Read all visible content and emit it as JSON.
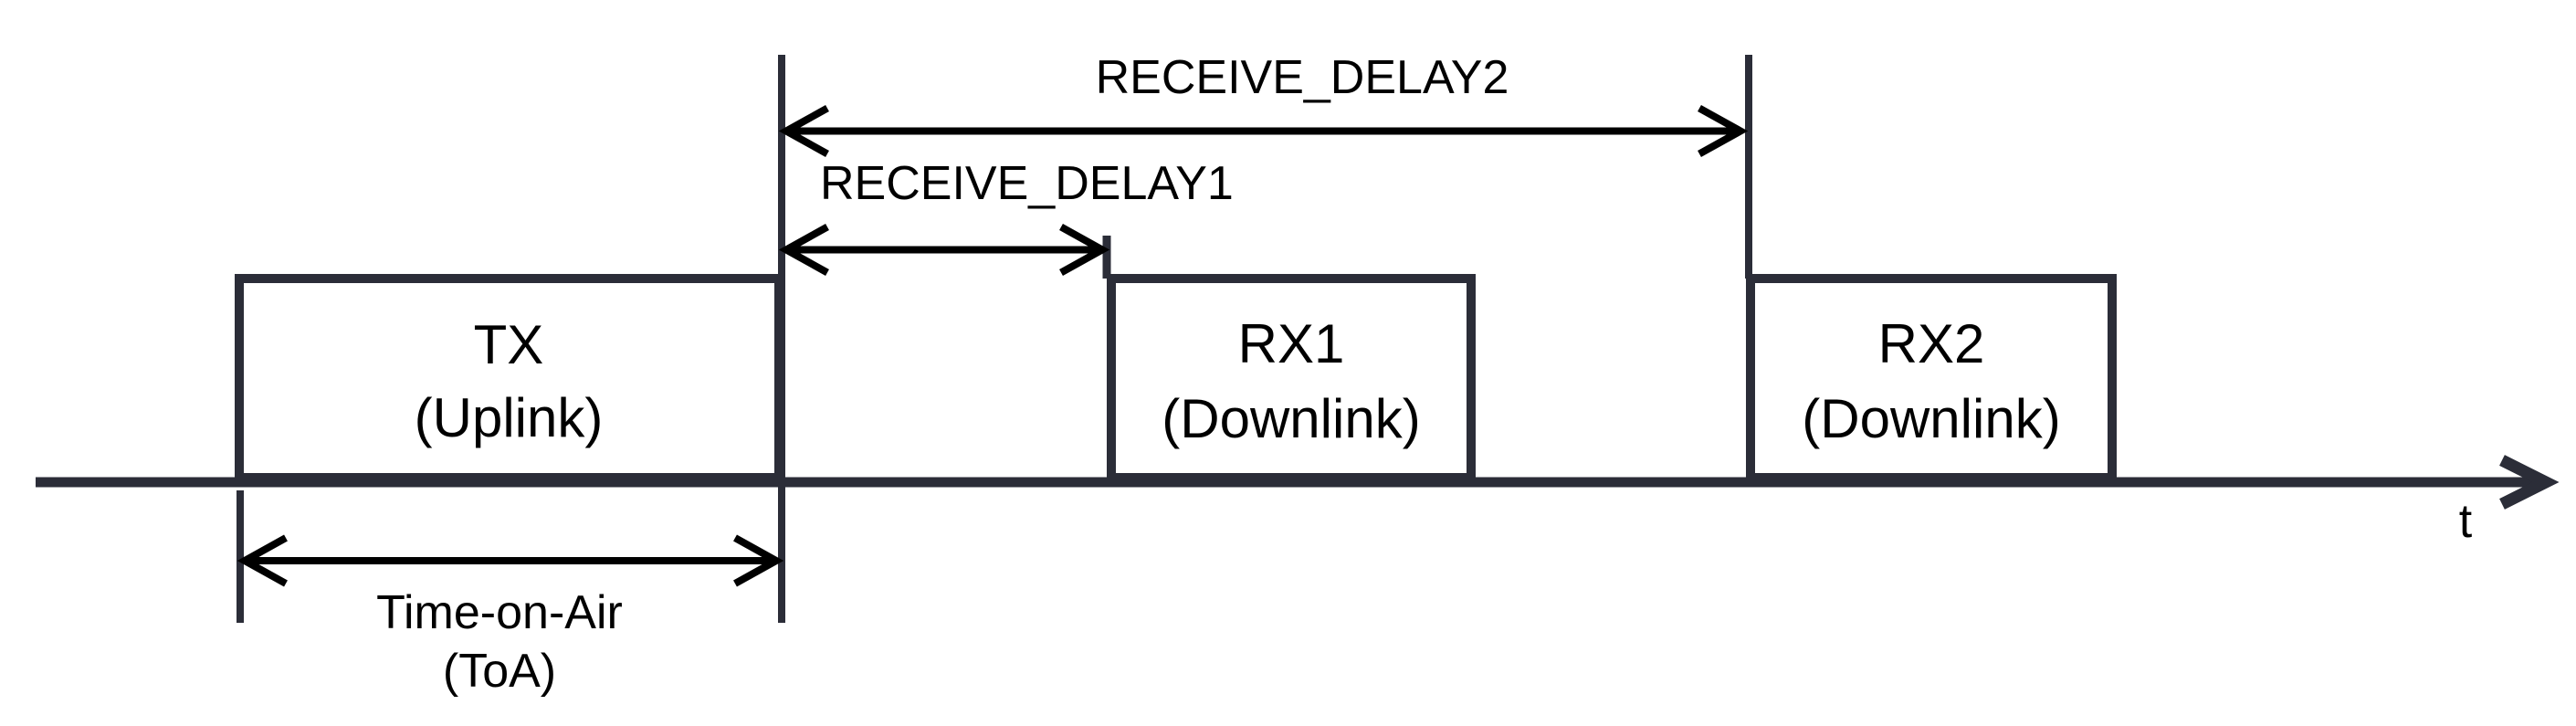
{
  "colors": {
    "ink": "#2b2d38",
    "dimension_ink": "#000000",
    "background": "#ffffff"
  },
  "axis": {
    "label": "t"
  },
  "boxes": [
    {
      "id": "tx",
      "line1": "TX",
      "line2": "(Uplink)"
    },
    {
      "id": "rx1",
      "line1": "RX1",
      "line2": "(Downlink)"
    },
    {
      "id": "rx2",
      "line1": "RX2",
      "line2": "(Downlink)"
    }
  ],
  "dimensions": {
    "receive_delay2": {
      "label": "RECEIVE_DELAY2"
    },
    "receive_delay1": {
      "label": "RECEIVE_DELAY1"
    },
    "toa": {
      "label_line1": "Time-on-Air",
      "label_line2": "(ToA)"
    }
  }
}
